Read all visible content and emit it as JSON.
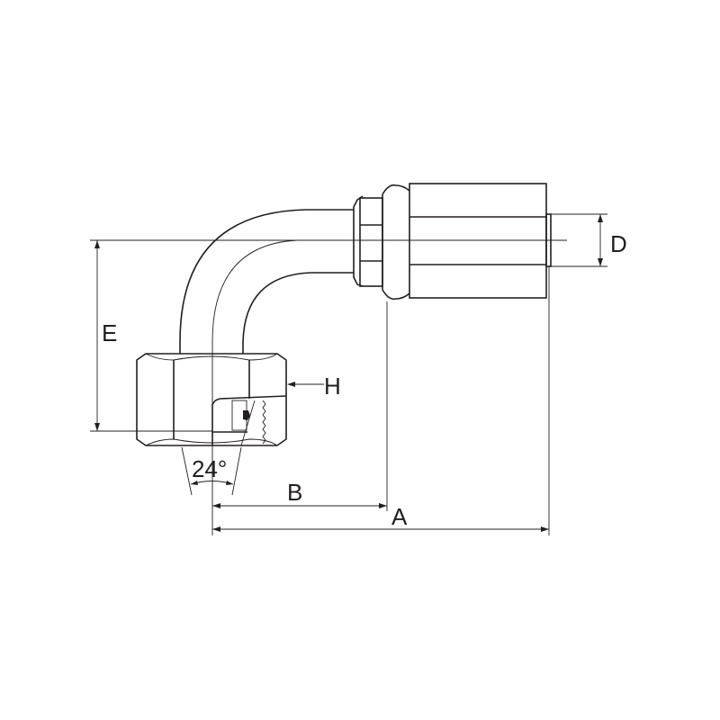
{
  "diagram": {
    "labels": {
      "a": "A",
      "b": "B",
      "d": "D",
      "e": "E",
      "h": "H",
      "angle": "24°"
    },
    "colors": {
      "line": "#231f20",
      "background": "#ffffff"
    }
  }
}
